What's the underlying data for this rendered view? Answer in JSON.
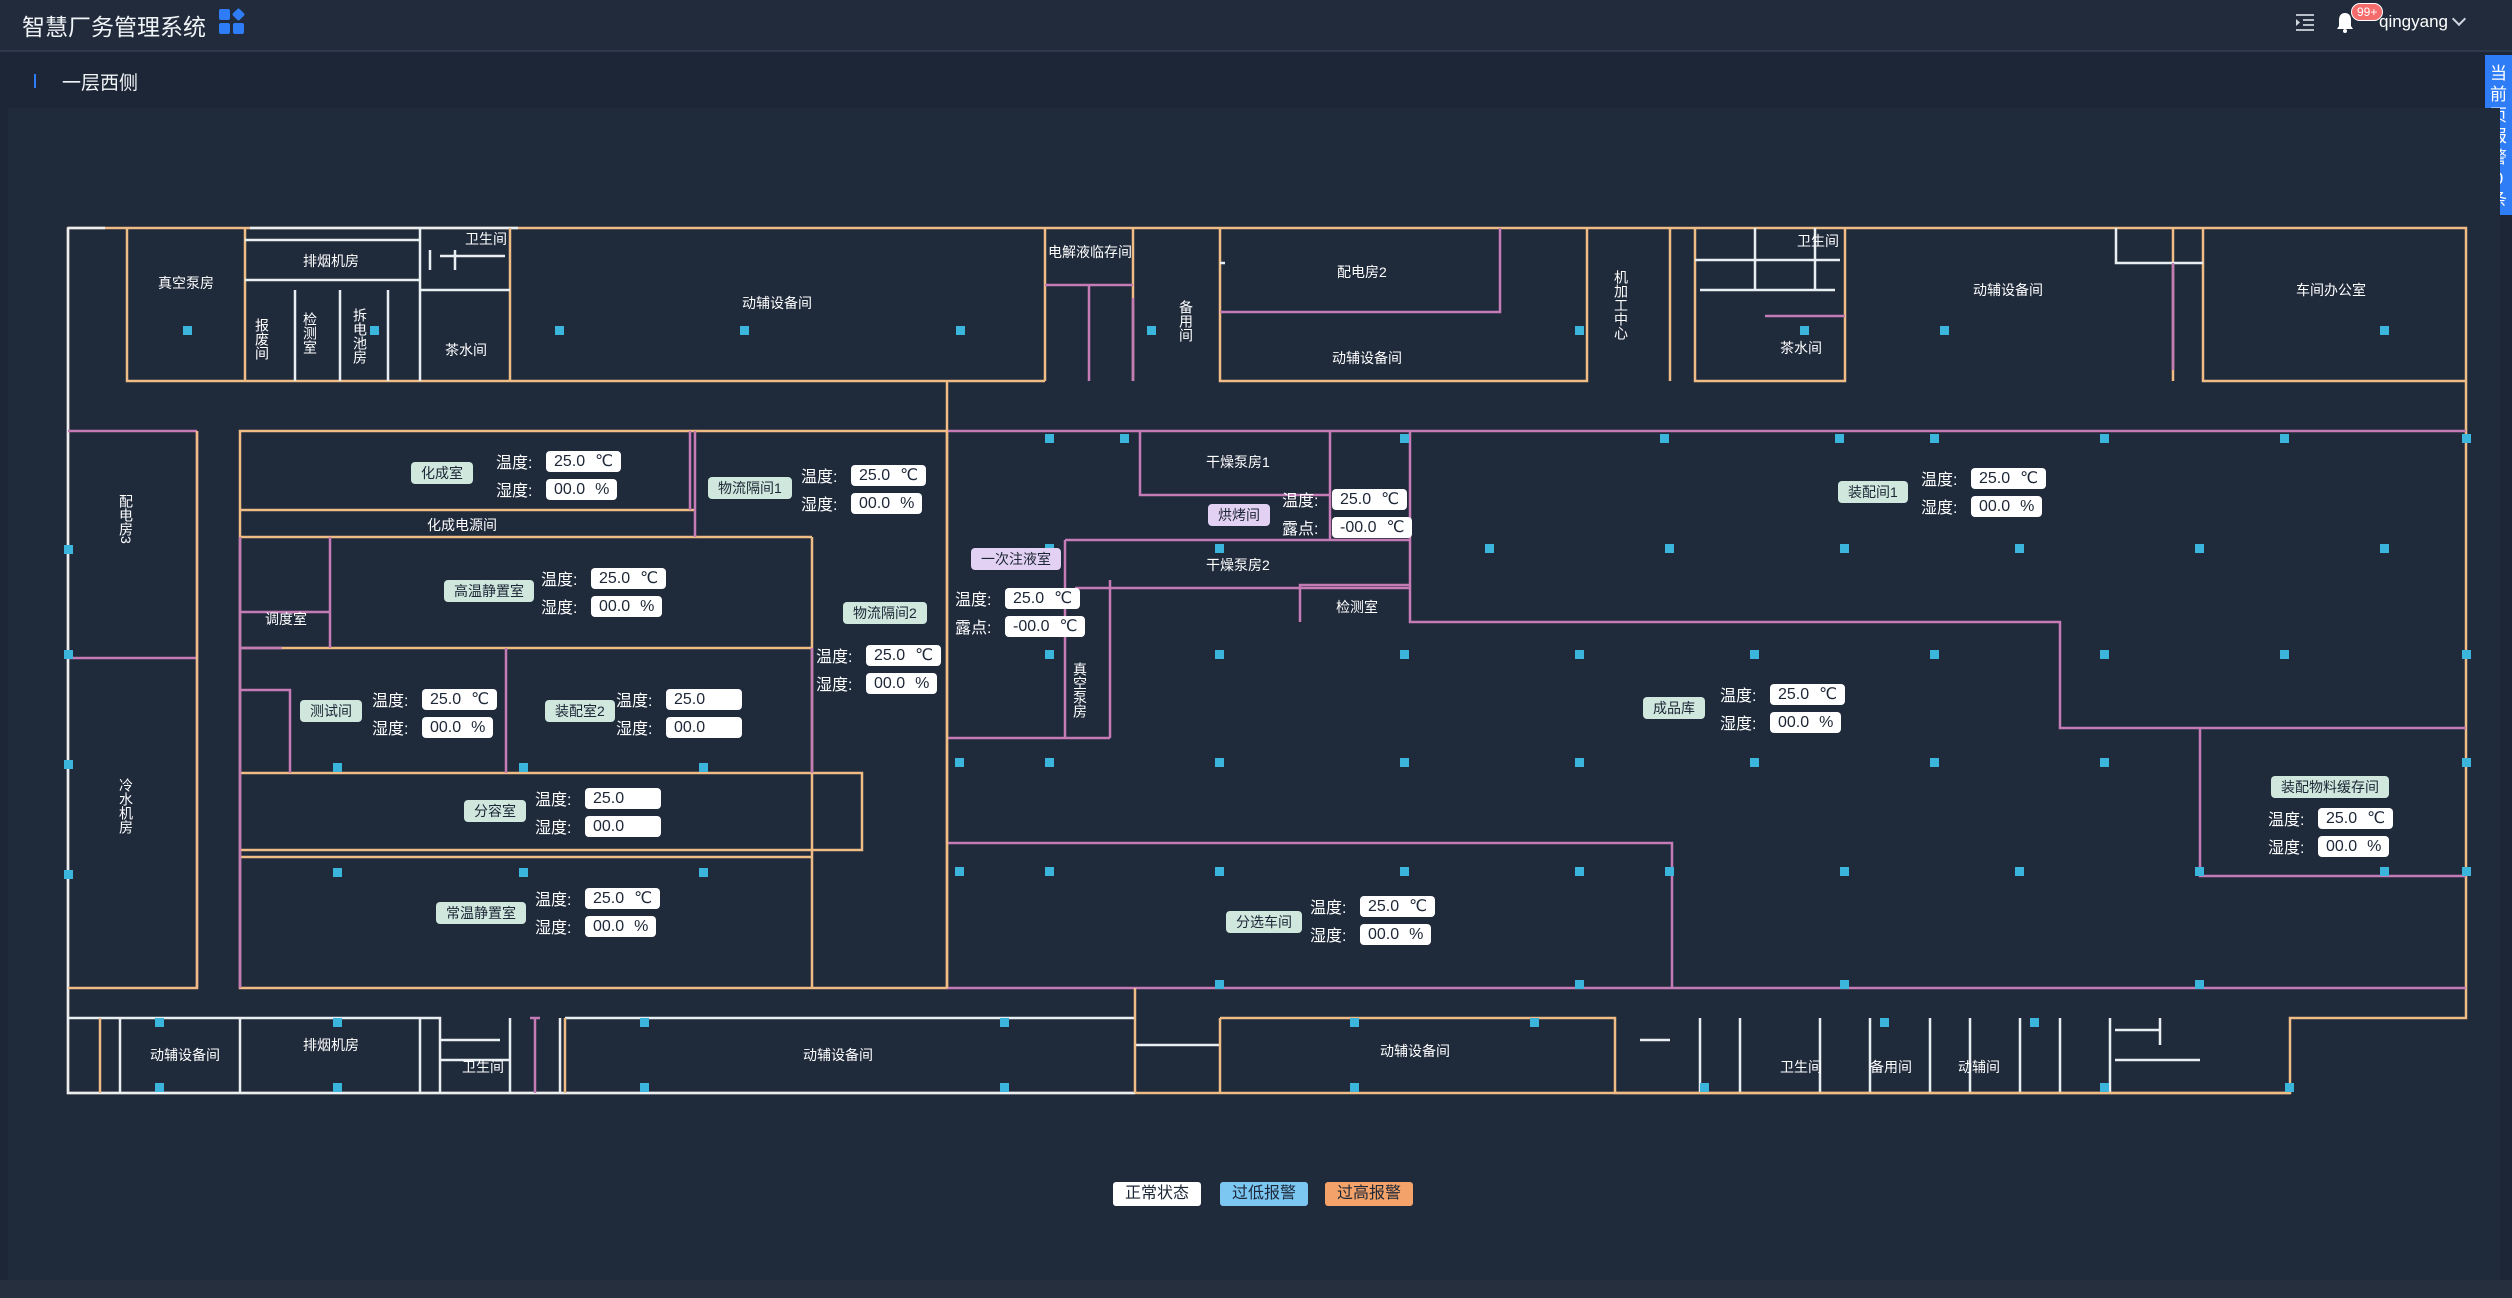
{
  "app": {
    "title": "智慧厂务管理系统",
    "user": "qingyang",
    "badge": "99+"
  },
  "page": {
    "crumb": "一层西侧",
    "alarm_tab": [
      "当",
      "前",
      "页",
      "报",
      "警",
      "0",
      "条"
    ]
  },
  "colors": {
    "wall_orange": "#f0bc85",
    "wall_pink": "#c57bb5",
    "wall_white": "#e9eef2",
    "pillar": "#3bb5dc",
    "tag_green": "#cfe7dc",
    "tag_violet": "#e3d1f3",
    "accent": "#2f7df6"
  },
  "rooms": {
    "zhenkong1": "真空泵房",
    "paiyan1": "排烟机房",
    "weisheng1": "卫生间",
    "baofei": "报废间",
    "jiance1": "检测室",
    "chaidian": "拆电池房",
    "chashui1": "茶水间",
    "dongfu1": "动辅设备间",
    "dianjie": "电解液临存间",
    "beiyong1": "备用间",
    "peidian2": "配电房2",
    "dongfu2": "动辅设备间",
    "jijia": "机加工中心",
    "weisheng2": "卫生间",
    "chashui2": "茶水间",
    "dongfu3": "动辅设备间",
    "chejian": "车间办公室",
    "peidian3": "配电房3",
    "lengshui": "冷水机房",
    "huacheng_power": "化成电源间",
    "tiaodu": "调度室",
    "ganzao1": "干燥泵房1",
    "ganzao2": "干燥泵房2",
    "jiance2": "检测室",
    "zhenkong2": "真空泵房",
    "dongfu4": "动辅设备间",
    "paiyan2": "排烟机房",
    "weisheng3": "卫生间",
    "dongfu5": "动辅设备间",
    "dongfu6": "动辅设备间",
    "weisheng4": "卫生间",
    "beiyong2": "备用间",
    "dongfu7": "动辅间"
  },
  "tags": {
    "huacheng": "化成室",
    "wuliu1": "物流隔间1",
    "gaowen": "高温静置室",
    "wuliu2": "物流隔间2",
    "ceshi": "测试间",
    "zhuangpei2": "装配室2",
    "fenrong": "分容室",
    "changwen": "常温静置室",
    "yici": "一次注液室",
    "hongkao": "烘烤间",
    "chengpin": "成品库",
    "zhuangpei1": "装配间1",
    "fenxuan": "分选车间",
    "huancun": "装配物料缓存间"
  },
  "sensor_labels": {
    "temp": "温度:",
    "humid": "湿度:",
    "dew": "露点:"
  },
  "units": {
    "c": "℃",
    "pct": "%"
  },
  "readings": {
    "huacheng": {
      "t": "25.0",
      "h": "00.0"
    },
    "wuliu1": {
      "t": "25.0",
      "h": "00.0"
    },
    "gaowen": {
      "t": "25.0",
      "h": "00.0"
    },
    "wuliu2": {
      "t": "25.0",
      "h": "00.0"
    },
    "ceshi": {
      "t": "25.0",
      "h": "00.0"
    },
    "zhuangpei2": {
      "t": "25.0",
      "h": "00.0"
    },
    "fenrong": {
      "t": "25.0",
      "h": "00.0"
    },
    "changwen": {
      "t": "25.0",
      "h": "00.0"
    },
    "yici": {
      "t": "25.0",
      "d": "-00.0"
    },
    "hongkao": {
      "t": "25.0",
      "d": "-00.0"
    },
    "chengpin": {
      "t": "25.0",
      "h": "00.0"
    },
    "zhuangpei1": {
      "t": "25.0",
      "h": "00.0"
    },
    "fenxuan": {
      "t": "25.0",
      "h": "00.0"
    },
    "huancun": {
      "t": "25.0",
      "h": "00.0"
    }
  },
  "legend": {
    "normal": "正常状态",
    "low": "过低报警",
    "high": "过高报警",
    "normal_color": "#ffffff",
    "low_color": "#7cc7f2",
    "high_color": "#f3a36a"
  }
}
